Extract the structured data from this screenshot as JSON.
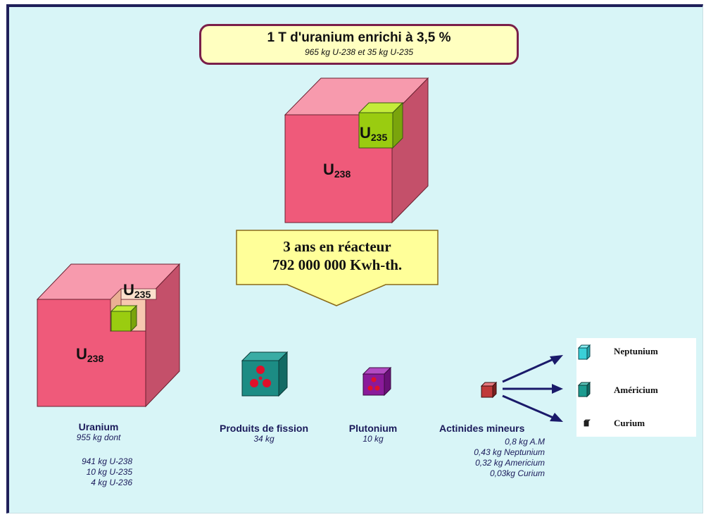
{
  "header": {
    "title": "1 T d'uranium enrichi à 3,5 %",
    "subtitle": "965 kg U-238 et 35 kg U-235"
  },
  "top_cube": {
    "big_symbol": "U",
    "big_mass": "238",
    "small_symbol": "U",
    "small_mass": "235"
  },
  "reactor": {
    "line1": "3 ans en réacteur",
    "line2": "792 000 000 Kwh-th."
  },
  "after_cube": {
    "big_symbol": "U",
    "big_mass": "238",
    "small_symbol": "U",
    "small_mass": "235"
  },
  "products": {
    "uranium": {
      "title": "Uranium",
      "lines": [
        "955  kg dont",
        "941 kg U-238",
        "10 kg U-235",
        "4 kg U-236"
      ]
    },
    "fission": {
      "title": "Produits de fission",
      "lines": [
        "34 kg"
      ]
    },
    "plutonium": {
      "title": "Plutonium",
      "lines": [
        "10 kg"
      ]
    },
    "actinides": {
      "title": "Actinides mineurs",
      "lines": [
        "0,8 kg A.M",
        "0,43 kg Neptunium",
        "0,32 kg Americium",
        "0,03kg Curium"
      ]
    }
  },
  "legend": {
    "items": [
      "Neptunium",
      "Américium",
      "Curium"
    ]
  },
  "colors": {
    "background": "#d8f5f7",
    "frame": "#20205a",
    "u238": "#ef5a7a",
    "u235": "#9acc10",
    "fission": "#1c8c84",
    "plutonium": "#8a1a9a",
    "radiation": "#e0102a",
    "arrow_fill": "#ffff99",
    "title_border": "#7a1f4a"
  }
}
